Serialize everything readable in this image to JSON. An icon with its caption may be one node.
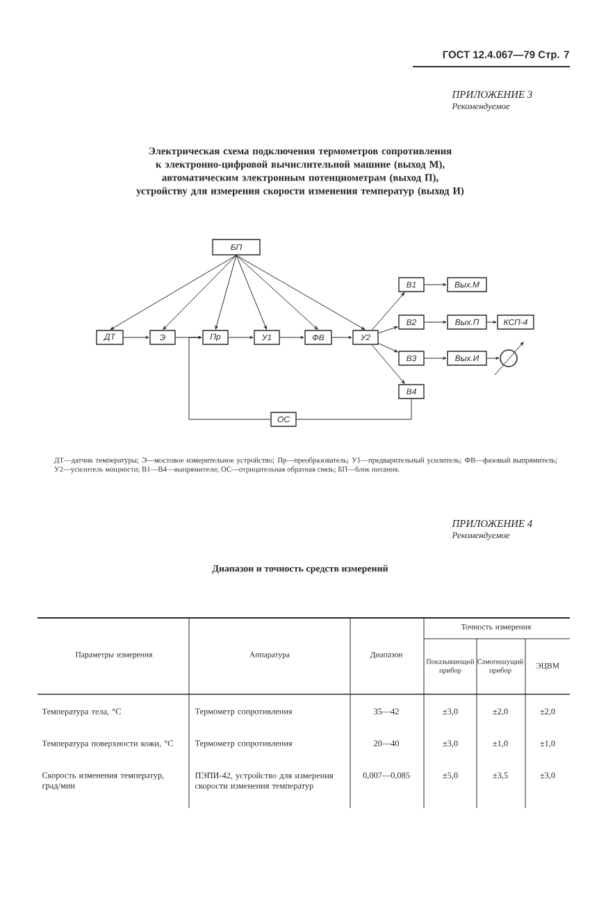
{
  "diagram": {
    "title": "Электрическая схема подключения термометров сопротивления к электронно-цифровой вычислительной машине (выход М), автоматическим электронным потенциометрам (выход П), устройству для измерения скорости изменения температур (выход И)",
    "nodes": [
      {
        "text": [
          "БП"
        ]
      },
      {
        "text": [
          "ДТ"
        ]
      },
      {
        "text": [
          "Э"
        ]
      },
      {
        "text": [
          "Пр"
        ]
      },
      {
        "text": [
          "У1"
        ]
      },
      {
        "text": [
          "ФВ"
        ]
      },
      {
        "text": [
          "У2"
        ]
      },
      {
        "text": [
          "В1"
        ]
      },
      {
        "text": [
          "Вых.М"
        ]
      },
      {
        "text": [
          "В2"
        ]
      },
      {
        "text": [
          "Вых.П"
        ]
      },
      {
        "text": [
          "КСП-4"
        ]
      },
      {
        "text": [
          "В3"
        ]
      },
      {
        "text": [
          "Вых.И"
        ]
      },
      {
        "text": [],
        "shape": "circle"
      },
      {
        "text": [
          "В4"
        ]
      },
      {
        "text": [
          "ОС"
        ]
      }
    ],
    "edges": [
      {
        "from": 0,
        "to": 1,
        "arrow": "to"
      },
      {
        "from": 0,
        "to": 2,
        "arrow": "to"
      },
      {
        "from": 0,
        "to": 3,
        "arrow": "to"
      },
      {
        "from": 0,
        "to": 4,
        "arrow": "to"
      },
      {
        "from": 0,
        "to": 5,
        "arrow": "to"
      },
      {
        "from": 0,
        "to": 6,
        "arrow": "to"
      },
      {
        "from": 1,
        "to": 2,
        "arrow": "to"
      },
      {
        "from": 2,
        "to": 3,
        "arrow": "to"
      },
      {
        "from": 3,
        "to": 4,
        "arrow": "to"
      },
      {
        "from": 4,
        "to": 5,
        "arrow": "to"
      },
      {
        "from": 5,
        "to": 6,
        "arrow": "to"
      },
      {
        "from": 6,
        "to": 7,
        "arrow": "to"
      },
      {
        "from": 6,
        "to": 9,
        "arrow": "to"
      },
      {
        "from": 6,
        "to": 12,
        "arrow": "to"
      },
      {
        "from": 6,
        "to": 15,
        "arrow": "to"
      },
      {
        "from": 7,
        "to": 8,
        "arrow": "to"
      },
      {
        "from": 9,
        "to": 10,
        "arrow": "to"
      },
      {
        "from": 10,
        "to": 11,
        "arrow": "to"
      },
      {
        "from": 12,
        "to": 13,
        "arrow": "to"
      },
      {
        "from": 13,
        "to": 14,
        "arrow": "to"
      },
      {
        "from": 15,
        "to": 16,
        "arrow": "none"
      },
      {
        "from": 16,
        "to": 3,
        "arrow": "to"
      }
    ],
    "labels": [
      "ГОСТ 12.4.067—79 Стр. 7",
      "ПРИЛОЖЕНИЕ 3",
      "Рекомендуемое",
      "ДТ—датчик температуры; Э—мостовое измерительное устройство; Пр—преобразователь; У1—предварительный усилитель; ФВ—фазовый выпрямитель; У2—усилитель мощности; В1—В4—выпрямители; ОС—отрицательная обратная связь; БП—блок питания.",
      "ПРИЛОЖЕНИЕ 4",
      "Рекомендуемое",
      "Диапазон и точность средств измерений",
      "Параметры измерения",
      "Аппаратура",
      "Диапазон",
      "Точность измерения",
      "Показывающий прибор",
      "Самопишущий прибор",
      "ЭЦВМ",
      "Температура тела, °С",
      "Термометр сопротивления",
      "35—42",
      "±3,0",
      "±2,0",
      "±2,0",
      "Температура поверхности кожи, °С",
      "Термометр сопротивления",
      "20—40",
      "±3,0",
      "±1,0",
      "±1,0",
      "Скорость изменения температур, град/мин",
      "ПЭПИ-42, устройство для измерения скорости изменения температур",
      "0,007—0,085",
      "±5,0",
      "±3,5",
      "±3,0"
    ]
  }
}
